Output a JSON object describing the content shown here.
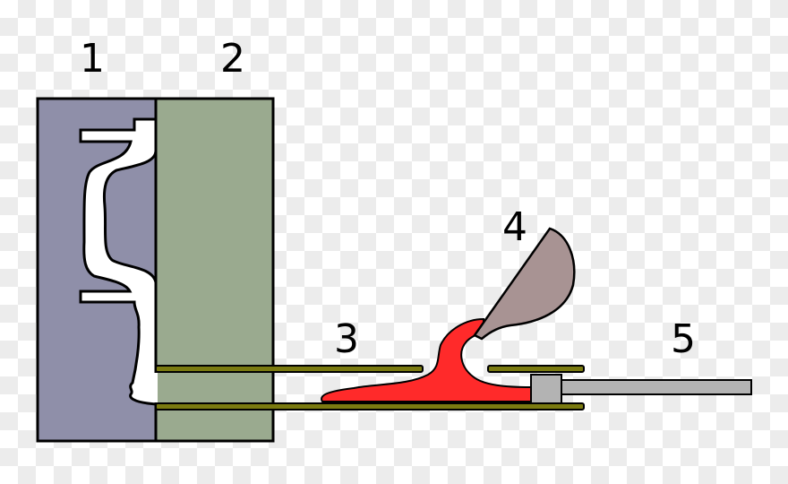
{
  "labels": {
    "one": "1",
    "two": "2",
    "three": "3",
    "four": "4",
    "five": "5"
  },
  "colors": {
    "die_left": "#8f8fa9",
    "die_right": "#9aaa8f",
    "shot_sleeve": "#7a7a10",
    "molten_metal": "#ff2a2a",
    "ladle": "#a89393",
    "plunger": "#b3b3b3"
  }
}
